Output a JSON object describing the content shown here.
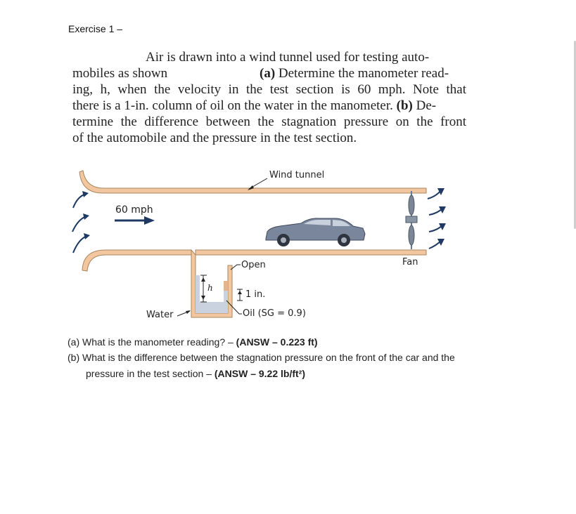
{
  "heading": "Exercise 1 –",
  "problem": {
    "line1": "Air is drawn into a wind tunnel used for testing auto-",
    "line2a": "mobiles as shown",
    "line2b_bold": "(a)",
    "line2b": " Determine the manometer read-",
    "line3": "ing, h, when the velocity in the test section is 60 mph. Note that",
    "line4a": "there is a 1-in. column of oil on the water in the manometer. ",
    "line4b_bold": "(b)",
    "line4c": " De-",
    "line5": "termine the difference between the stagnation pressure on the front",
    "line6": "of the automobile and the pressure in the test section."
  },
  "figure": {
    "wind_tunnel_label": "Wind tunnel",
    "speed_label": "60 mph",
    "open_label": "Open",
    "fan_label": "Fan",
    "h_label": "h",
    "oil_height_label": "1 in.",
    "water_label": "Water",
    "oil_label": "Oil (SG = 0.9)"
  },
  "questions": {
    "a_text": "(a) What is the manometer reading? – ",
    "a_answer": "(ANSW – 0.223 ft)",
    "b_text": "(b) What is the difference between the stagnation pressure on the front of the car and the",
    "b_text2": "pressure in the test section – ",
    "b_answer": "(ANSW – 9.22 lb/ft²)"
  }
}
